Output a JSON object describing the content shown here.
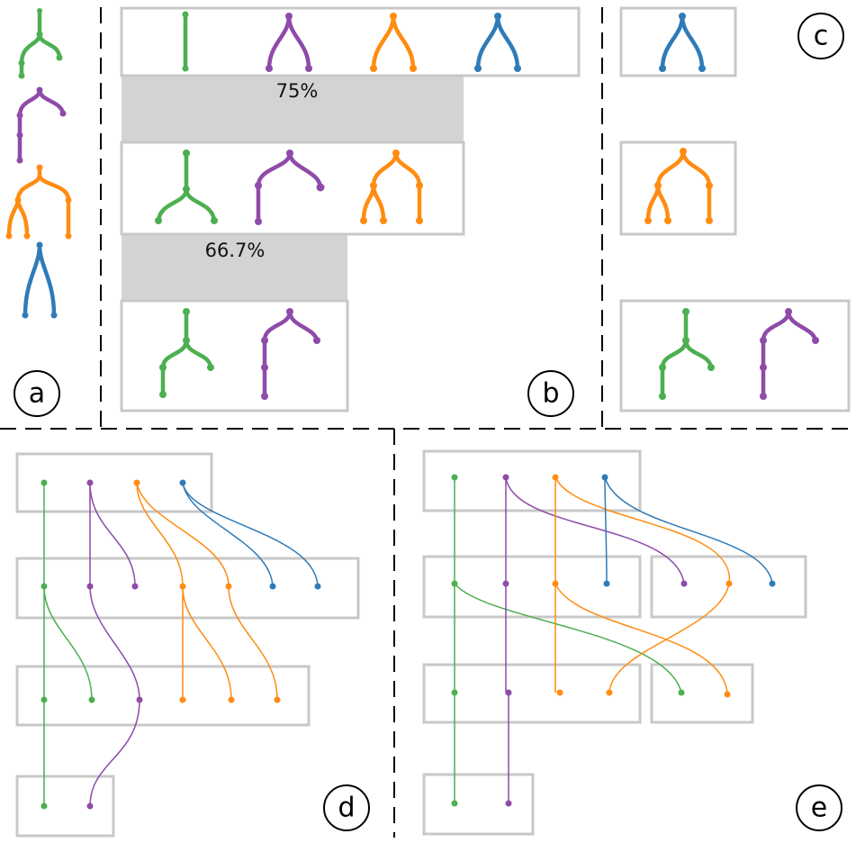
{
  "colors": {
    "green": "#4caf50",
    "purple": "#8e4ba8",
    "orange": "#ff8c12",
    "blue": "#2f7bb8",
    "box": "#c8c8c8",
    "band": "#d3d3d3"
  },
  "panels": {
    "a": "a",
    "b": "b",
    "c": "c",
    "d": "d",
    "e": "e"
  },
  "bands": [
    {
      "label": "75%",
      "value": 0.75
    },
    {
      "label": "66.7%",
      "value": 0.667
    }
  ]
}
